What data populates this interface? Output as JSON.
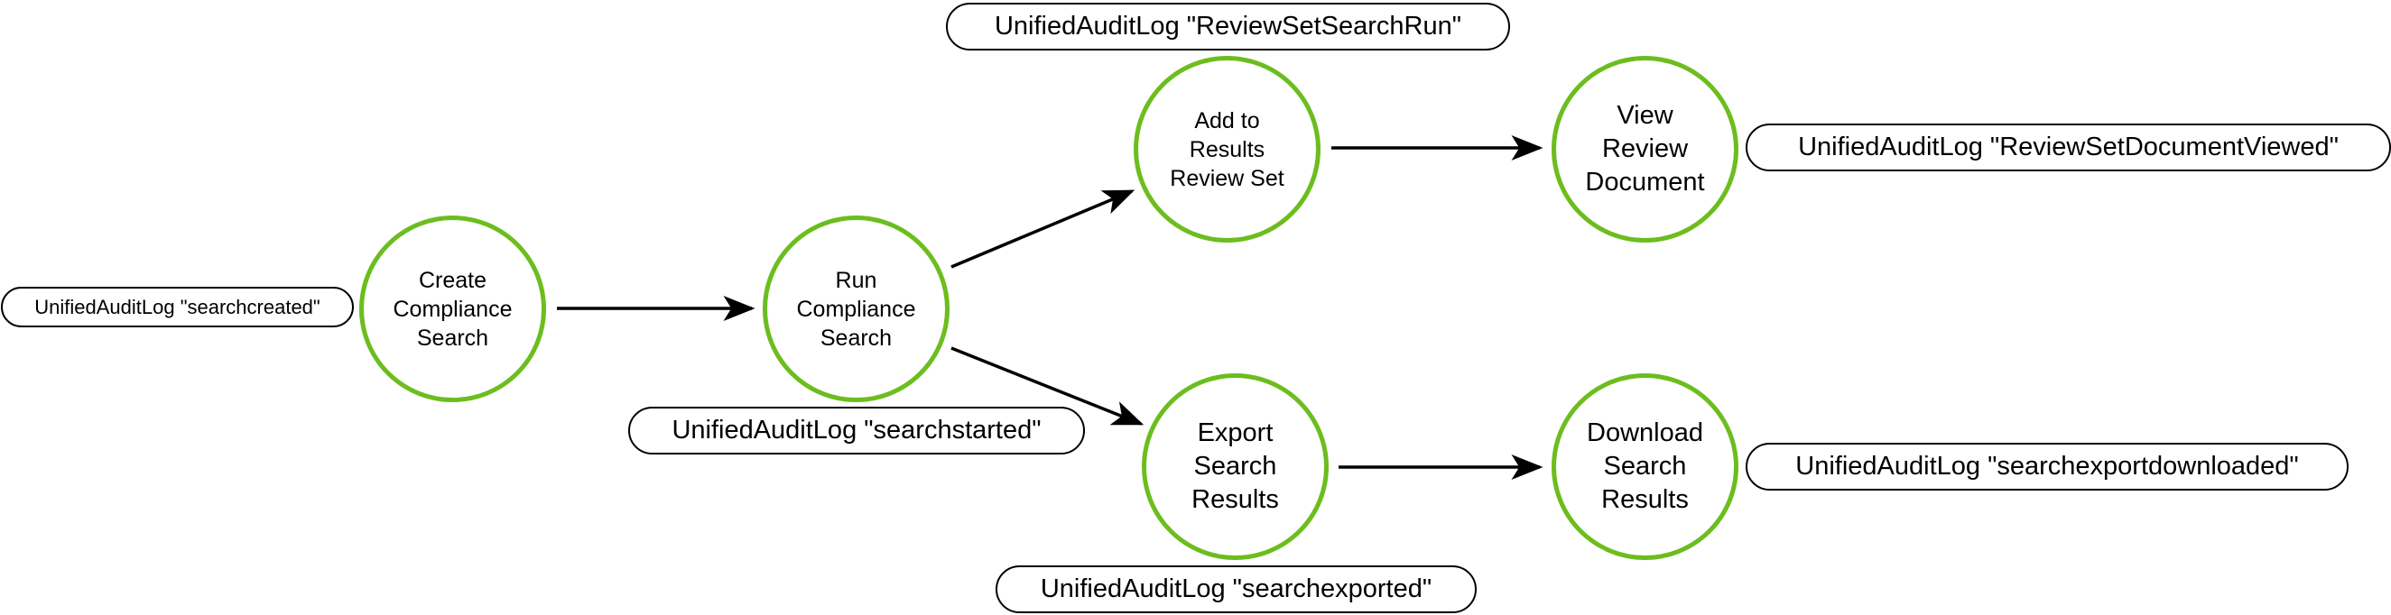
{
  "colors": {
    "node_border": "#6cbd1e",
    "stroke": "#000000",
    "background": "#ffffff"
  },
  "nodes": {
    "create": "Create\nCompliance\nSearch",
    "run": "Run\nCompliance\nSearch",
    "add": "Add to\nResults\nReview Set",
    "export": "Export\nSearch\nResults",
    "view": "View\nReview\nDocument",
    "download": "Download\nSearch\nResults"
  },
  "labels": {
    "searchcreated": "UnifiedAuditLog \"searchcreated\"",
    "searchstarted": "UnifiedAuditLog \"searchstarted\"",
    "reviewsetsearchrun": "UnifiedAuditLog \"ReviewSetSearchRun\"",
    "searchexported": "UnifiedAuditLog \"searchexported\"",
    "reviewsetdocumentviewed": "UnifiedAuditLog \"ReviewSetDocumentViewed\"",
    "searchexportdownloaded": "UnifiedAuditLog \"searchexportdownloaded\""
  }
}
